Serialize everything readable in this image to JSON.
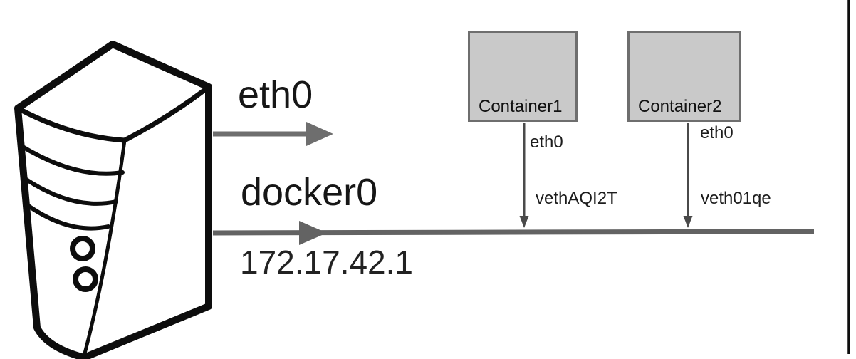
{
  "diagram": {
    "title_implicit": "Docker bridge networking",
    "host": {
      "interfaces": [
        {
          "label": "eth0"
        },
        {
          "label": "docker0",
          "ip": "172.17.42.1"
        }
      ]
    },
    "containers": [
      {
        "title": "Container1",
        "interface": "eth0",
        "veth": "vethAQI2T"
      },
      {
        "title": "Container2",
        "interface": "eth0",
        "veth": "veth01qe"
      }
    ],
    "colors": {
      "arrow_gray": "#6e6e6e",
      "bridge_line": "#636363",
      "container_fill": "#c9c9c9",
      "container_border": "#6e6e6e",
      "veth_line": "#4a4a4a",
      "outline_black": "#0d0d0d"
    }
  }
}
